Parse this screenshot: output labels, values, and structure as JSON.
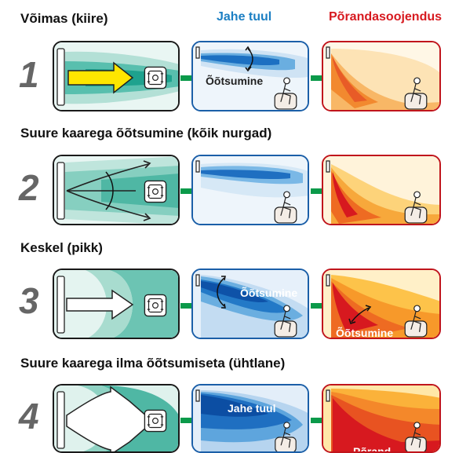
{
  "colors": {
    "cool": "#1c7fc3",
    "heat": "#d7191f",
    "teal": "#2aa59a",
    "connector": "#0b9a4a",
    "arrow_yellow": "#ffe600"
  },
  "header": {
    "row1_title": "Võimas (kiire)",
    "cool_heading": "Jahe tuul",
    "heat_heading": "Põrandasoojendus"
  },
  "rows": [
    {
      "number": "1",
      "cool_label": "Õõtsumine"
    },
    {
      "number": "2",
      "title": "Suure kaarega õõtsumine (kõik nurgad)"
    },
    {
      "number": "3",
      "title": "Keskel (pikk)",
      "cool_label": "Õõtsumine",
      "heat_label": "Õõtsumine"
    },
    {
      "number": "4",
      "title": "Suure kaarega ilma õõtsumiseta (ühtlane)",
      "cool_label": "Jahe tuul",
      "heat_label": "Põrand"
    }
  ]
}
